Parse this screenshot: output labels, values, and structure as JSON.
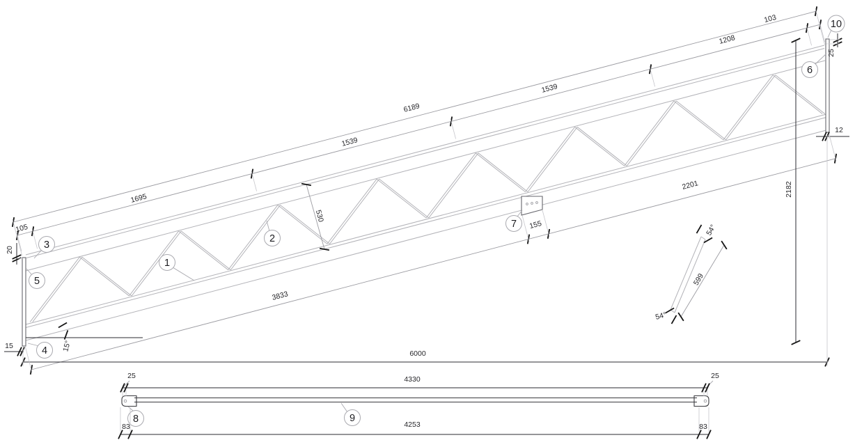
{
  "drawing": {
    "description": "Sloped lattice truss fabrication drawing with part balloons and dimensions",
    "background": "#ffffff"
  },
  "colors": {
    "geometry_line": "#b3b3b8",
    "dimension_line": "#9b9ba1",
    "dark_dimension_line": "#2b2b30",
    "tick": "#141414",
    "text": "#26262a"
  },
  "dims": {
    "top_chain": {
      "s105": "105",
      "s1695": "1695",
      "s1539a": "1539",
      "s1539b": "1539",
      "s1208": "1208",
      "s103": "103"
    },
    "overall": {
      "axis_total": "6189",
      "horizontal_total": "6000",
      "height": "2182"
    },
    "depth": "530",
    "bottom_chain": {
      "s3833": "3833",
      "s155": "155",
      "s2201": "2201"
    },
    "end_left": {
      "plate_top_offset": "20",
      "plate_thickness": "15",
      "slope_angle": "15°"
    },
    "end_right": {
      "top_offset": "25",
      "plate_thickness": "12"
    },
    "diagonal_detail": {
      "length": "599",
      "angle_top": "54°",
      "angle_bottom": "54°"
    },
    "tie_bar": {
      "offset_left": "25",
      "length_overall": "4330",
      "offset_right": "25",
      "end_left": "83",
      "length_inner": "4253",
      "end_right": "83"
    }
  },
  "parts": {
    "p1": "1",
    "p2": "2",
    "p3": "3",
    "p4": "4",
    "p5": "5",
    "p6": "6",
    "p7": "7",
    "p8": "8",
    "p9": "9",
    "p10": "10"
  }
}
